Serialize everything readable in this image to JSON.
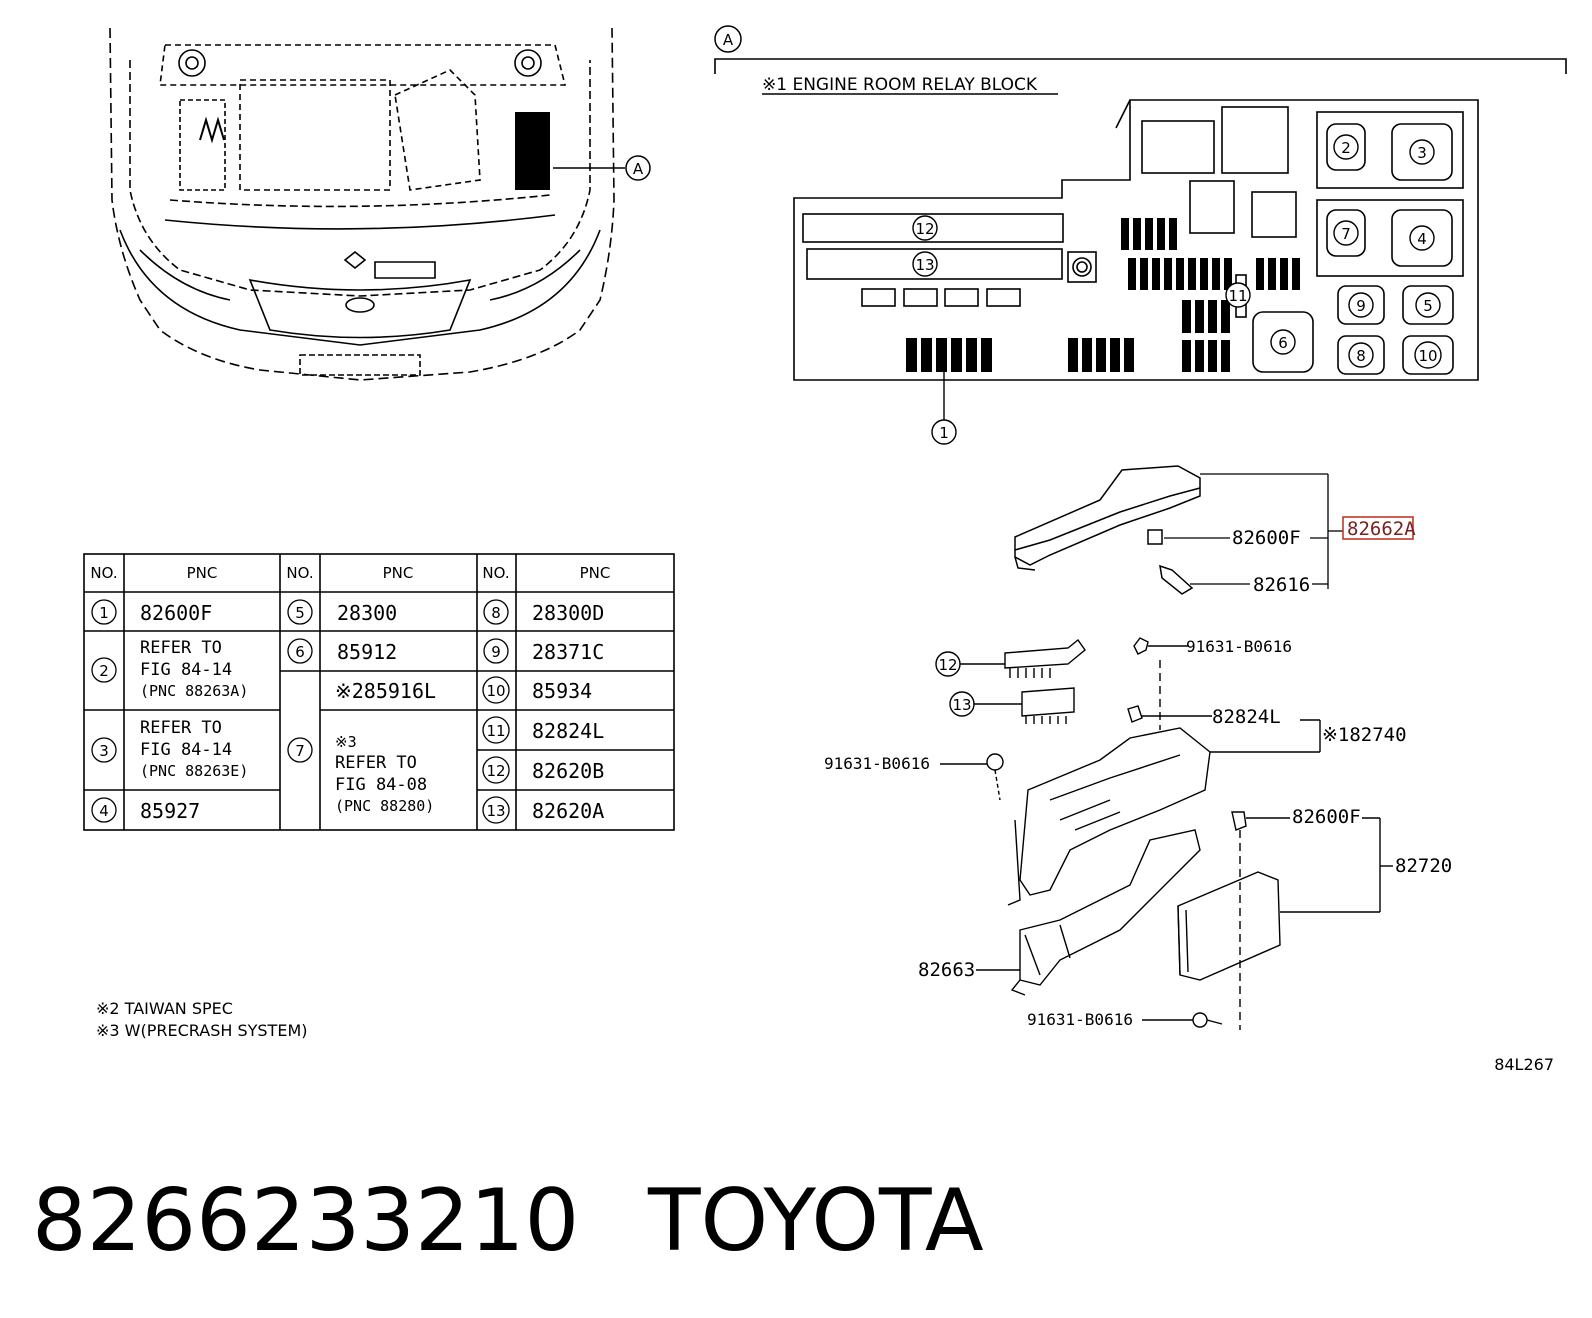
{
  "view_label": "A",
  "relay_block_title": "※1 ENGINE ROOM RELAY BLOCK",
  "relay_positions": [
    "1",
    "2",
    "3",
    "4",
    "5",
    "6",
    "7",
    "8",
    "9",
    "10",
    "11",
    "12",
    "13"
  ],
  "callouts": {
    "p_82662A": "82662A",
    "p_82600F_top": "82600F",
    "p_82616": "82616",
    "p_91631_a": "91631-B0616",
    "p_82824L": "82824L",
    "p_82740": "※182740",
    "p_91631_b": "91631-B0616",
    "p_82600F_mid": "82600F",
    "p_82720": "82720",
    "p_82663": "82663",
    "p_91631_c": "91631-B0616",
    "n12": "12",
    "n13": "13"
  },
  "table": {
    "headers": [
      "NO.",
      "PNC",
      "NO.",
      "PNC",
      "NO.",
      "PNC"
    ],
    "col1": [
      {
        "no": "1",
        "pnc": "82600F"
      },
      {
        "no": "2",
        "pnc_lines": [
          "REFER TO",
          "FIG 84-14",
          "(PNC 88263A)"
        ]
      },
      {
        "no": "3",
        "pnc_lines": [
          "REFER TO",
          "FIG 84-14",
          "(PNC 88263E)"
        ]
      },
      {
        "no": "4",
        "pnc": "85927"
      }
    ],
    "col2": [
      {
        "no": "5",
        "pnc": "28300"
      },
      {
        "no": "6",
        "pnc": "85912"
      },
      {
        "no": "7",
        "pnc_a": "※285916L",
        "pnc_lines": [
          "※3",
          "REFER TO",
          "FIG 84-08",
          "(PNC 88280)"
        ]
      }
    ],
    "col3": [
      {
        "no": "8",
        "pnc": "28300D"
      },
      {
        "no": "9",
        "pnc": "28371C"
      },
      {
        "no": "10",
        "pnc": "85934"
      },
      {
        "no": "11",
        "pnc": "82824L"
      },
      {
        "no": "12",
        "pnc": "82620B"
      },
      {
        "no": "13",
        "pnc": "82620A"
      }
    ]
  },
  "notes": [
    "※2 TAIWAN SPEC",
    "※3 W(PRECRASH SYSTEM)"
  ],
  "figure_code": "84L267",
  "part_number": "8266233210",
  "brand": "TOYOTA",
  "colors": {
    "ink": "#000000",
    "highlight": "#c0392b"
  }
}
